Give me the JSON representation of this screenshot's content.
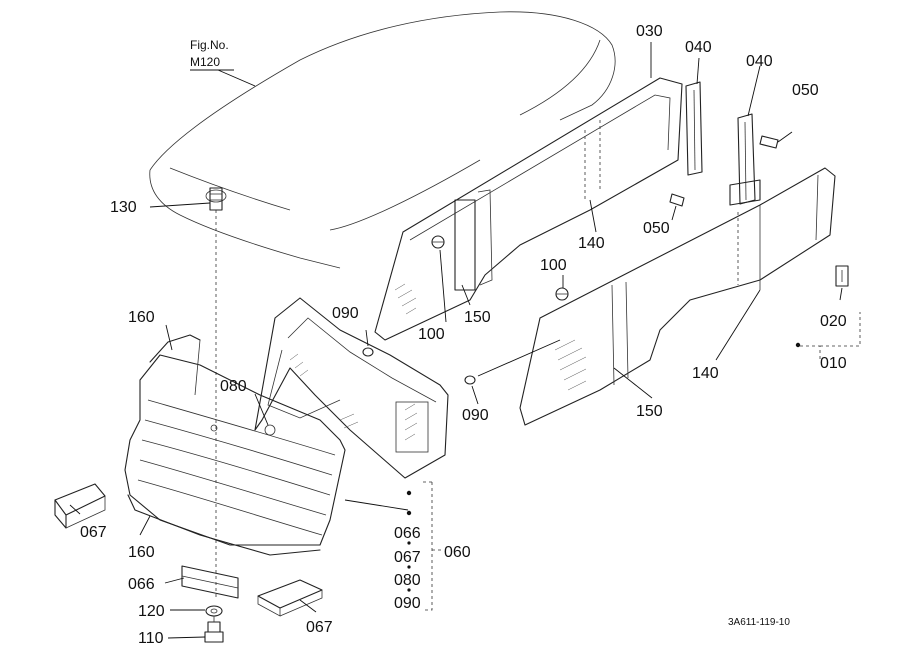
{
  "figure": {
    "ref_title": "Fig.No.",
    "ref_number": "M120",
    "drawing_code": "3A611-119-10"
  },
  "callouts": {
    "c030": "030",
    "c040a": "040",
    "c040b": "040",
    "c050a": "050",
    "c050b": "050",
    "c130": "130",
    "c140a": "140",
    "c140b": "140",
    "c150a": "150",
    "c150b": "150",
    "c100a": "100",
    "c100b": "100",
    "c090a": "090",
    "c090b": "090",
    "c160a": "160",
    "c160b": "160",
    "c080": "080",
    "c020": "020",
    "c010": "010",
    "c067a": "067",
    "c067b": "067",
    "c066a": "066",
    "c120": "120",
    "c110": "110",
    "c060": "060",
    "group_060": [
      "066",
      "067",
      "080",
      "090"
    ]
  }
}
